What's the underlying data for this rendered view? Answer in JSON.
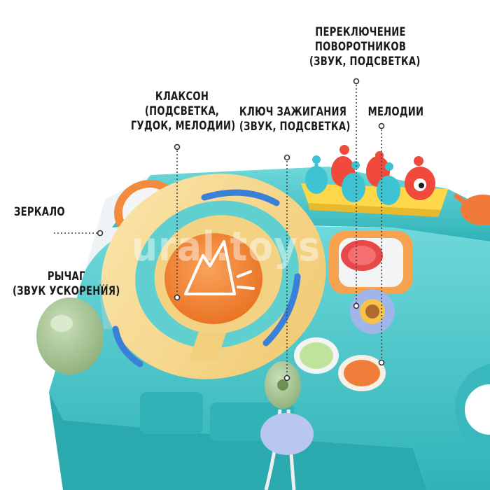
{
  "labels": {
    "turn_signals": [
      "ПЕРЕКЛЮЧЕНИЕ",
      "ПОВОРОТНИКОВ",
      "(ЗВУК, ПОДСВЕТКА)"
    ],
    "horn": [
      "КЛАКСОН",
      "(ПОДСВЕТКА,",
      "ГУДОК, МЕЛОДИИ)"
    ],
    "ignition": [
      "КЛЮЧ ЗАЖИГАНИЯ",
      "(ЗВУК, ПОДСВЕТКА)"
    ],
    "melodies": [
      "МЕЛОДИИ"
    ],
    "mirror": [
      "ЗЕРКАЛО"
    ],
    "lever": [
      "РЫЧАГ",
      "(ЗВУК УСКОРЕНИЯ)"
    ]
  },
  "watermark": "ural.toys",
  "colors": {
    "body_teal": "#3fc6c9",
    "wheel_yellow": "#f6d889",
    "horn_orange": "#f28a3a",
    "accent_blue": "#3a7fd8",
    "mole_red": "#ef4a3b",
    "mole_teal": "#3dc3d2"
  }
}
